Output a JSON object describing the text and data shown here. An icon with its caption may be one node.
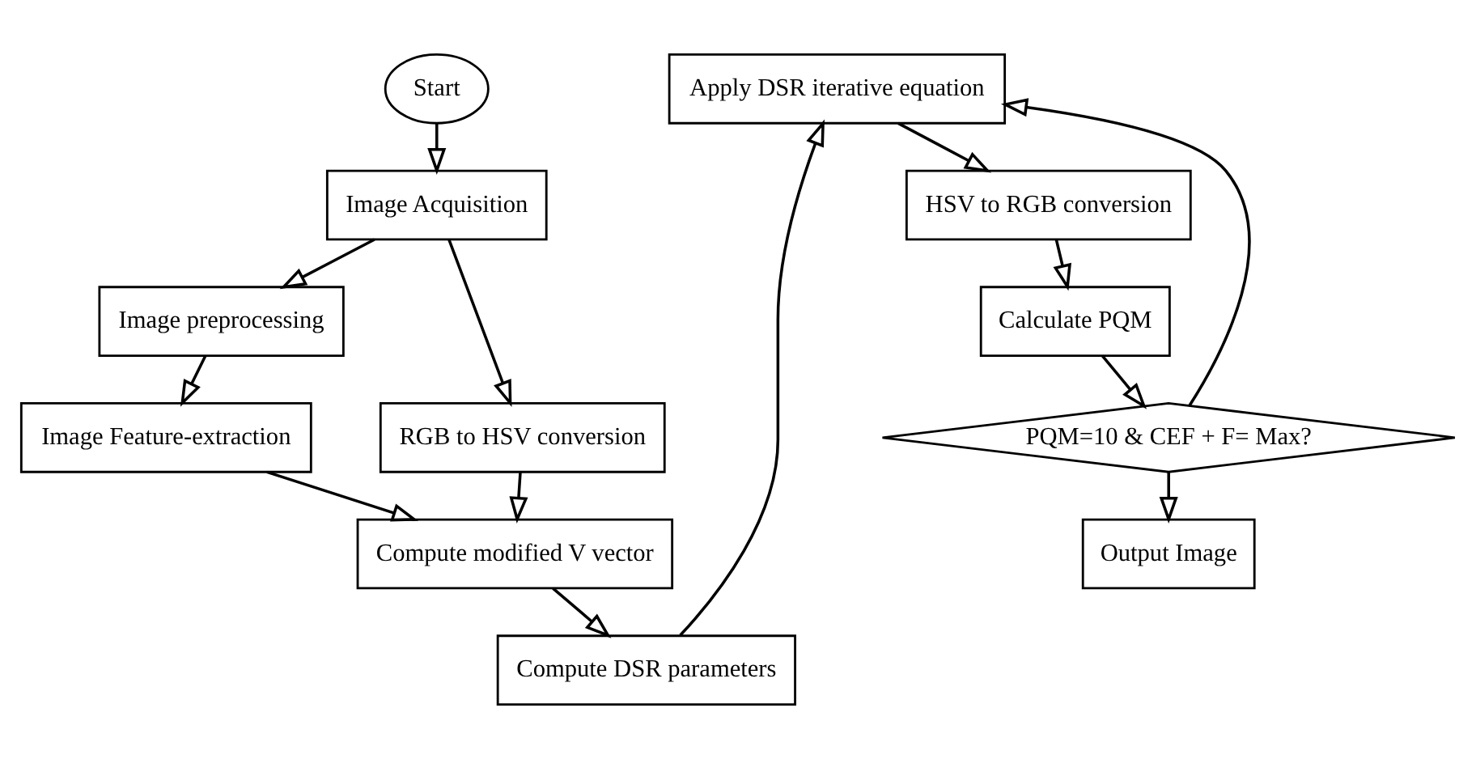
{
  "diagram": {
    "nodes": [
      {
        "text": [
          "Start"
        ]
      },
      {
        "text": [
          "Image Acquisition"
        ]
      },
      {
        "text": [
          "Image preprocessing"
        ]
      },
      {
        "text": [
          "RGB to HSV conversion"
        ]
      },
      {
        "text": [
          "Image Feature-extraction"
        ]
      },
      {
        "text": [
          "Compute modified V vector"
        ]
      },
      {
        "text": [
          "Compute DSR parameters"
        ]
      },
      {
        "text": [
          "Apply DSR iterative equation"
        ]
      },
      {
        "text": [
          "HSV to RGB conversion"
        ]
      },
      {
        "text": [
          "Calculate PQM"
        ]
      },
      {
        "text": [
          "PQM=10 & CEF + F= Max?"
        ]
      },
      {
        "text": [
          "Output Image"
        ]
      }
    ],
    "edges": [
      {
        "from": 0,
        "to": 1,
        "arrow": "to"
      },
      {
        "from": 1,
        "to": 2,
        "arrow": "to"
      },
      {
        "from": 1,
        "to": 3,
        "arrow": "to"
      },
      {
        "from": 2,
        "to": 4,
        "arrow": "to"
      },
      {
        "from": 4,
        "to": 5,
        "arrow": "to"
      },
      {
        "from": 3,
        "to": 5,
        "arrow": "to"
      },
      {
        "from": 5,
        "to": 6,
        "arrow": "to"
      },
      {
        "from": 6,
        "to": 7,
        "arrow": "to"
      },
      {
        "from": 7,
        "to": 8,
        "arrow": "to"
      },
      {
        "from": 8,
        "to": 9,
        "arrow": "to"
      },
      {
        "from": 9,
        "to": 10,
        "arrow": "to"
      },
      {
        "from": 10,
        "to": 11,
        "arrow": "to"
      },
      {
        "from": 10,
        "to": 7,
        "arrow": "to"
      }
    ]
  }
}
